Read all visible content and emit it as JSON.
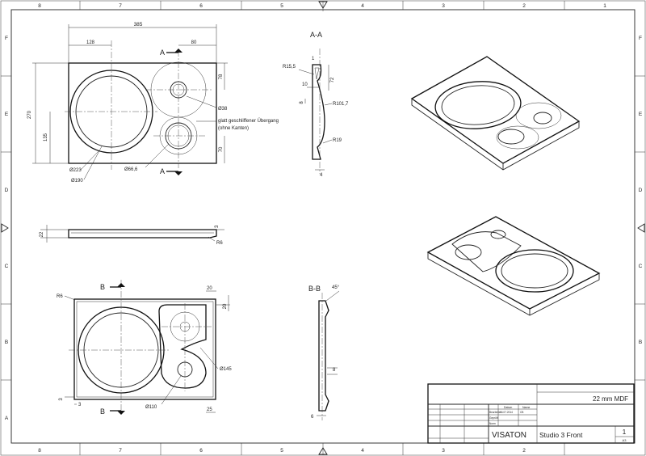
{
  "grid": {
    "columns": [
      "8",
      "7",
      "6",
      "5",
      "4",
      "3",
      "2",
      "1"
    ],
    "rows": [
      "F",
      "E",
      "D",
      "C",
      "B",
      "A"
    ]
  },
  "top_view": {
    "dim_total_width": "385",
    "dim_left": "128",
    "dim_right": "80",
    "dim_height": "270",
    "dim_135": "135",
    "dim_78": "78",
    "dim_70": "70",
    "d38": "Ø38",
    "d66": "Ø66,6",
    "d223": "Ø223",
    "d190": "Ø190",
    "section_marker": "A",
    "note_line1": "glatt geschliffener Übergang",
    "note_line2": "(ohne Kanten)"
  },
  "section_a": {
    "title": "A-A",
    "r155": "R15,5",
    "r1017": "R101,7",
    "r19": "R19",
    "dim_1": "1",
    "dim_10": "10",
    "dim_72": "72",
    "dim_8": "8",
    "dim_4": "4"
  },
  "side_view": {
    "dim_22": "22",
    "dim_3": "3",
    "r6": "R6"
  },
  "bottom_view": {
    "section_marker": "B",
    "r6": "R6",
    "dim_20a": "20",
    "dim_20b": "20",
    "d145": "Ø145",
    "d110": "Ø110",
    "dim_3a": "3",
    "dim_3b": "3",
    "dim_25": "25"
  },
  "section_b": {
    "title": "B-B",
    "angle": "45°",
    "dim_8": "8",
    "dim_6": "6"
  },
  "title_block": {
    "material": "22 mm MDF",
    "company": "VISATON",
    "part_name": "Studio 3 Front",
    "sheet_no": "1",
    "format": "A3",
    "hdr_datum": "Datum",
    "hdr_name": "Name",
    "row_bearb": "Bearbeitet",
    "row_gepr": "Geprüft",
    "row_norm": "Norm",
    "date": "16.07.2014",
    "name": "CB"
  }
}
